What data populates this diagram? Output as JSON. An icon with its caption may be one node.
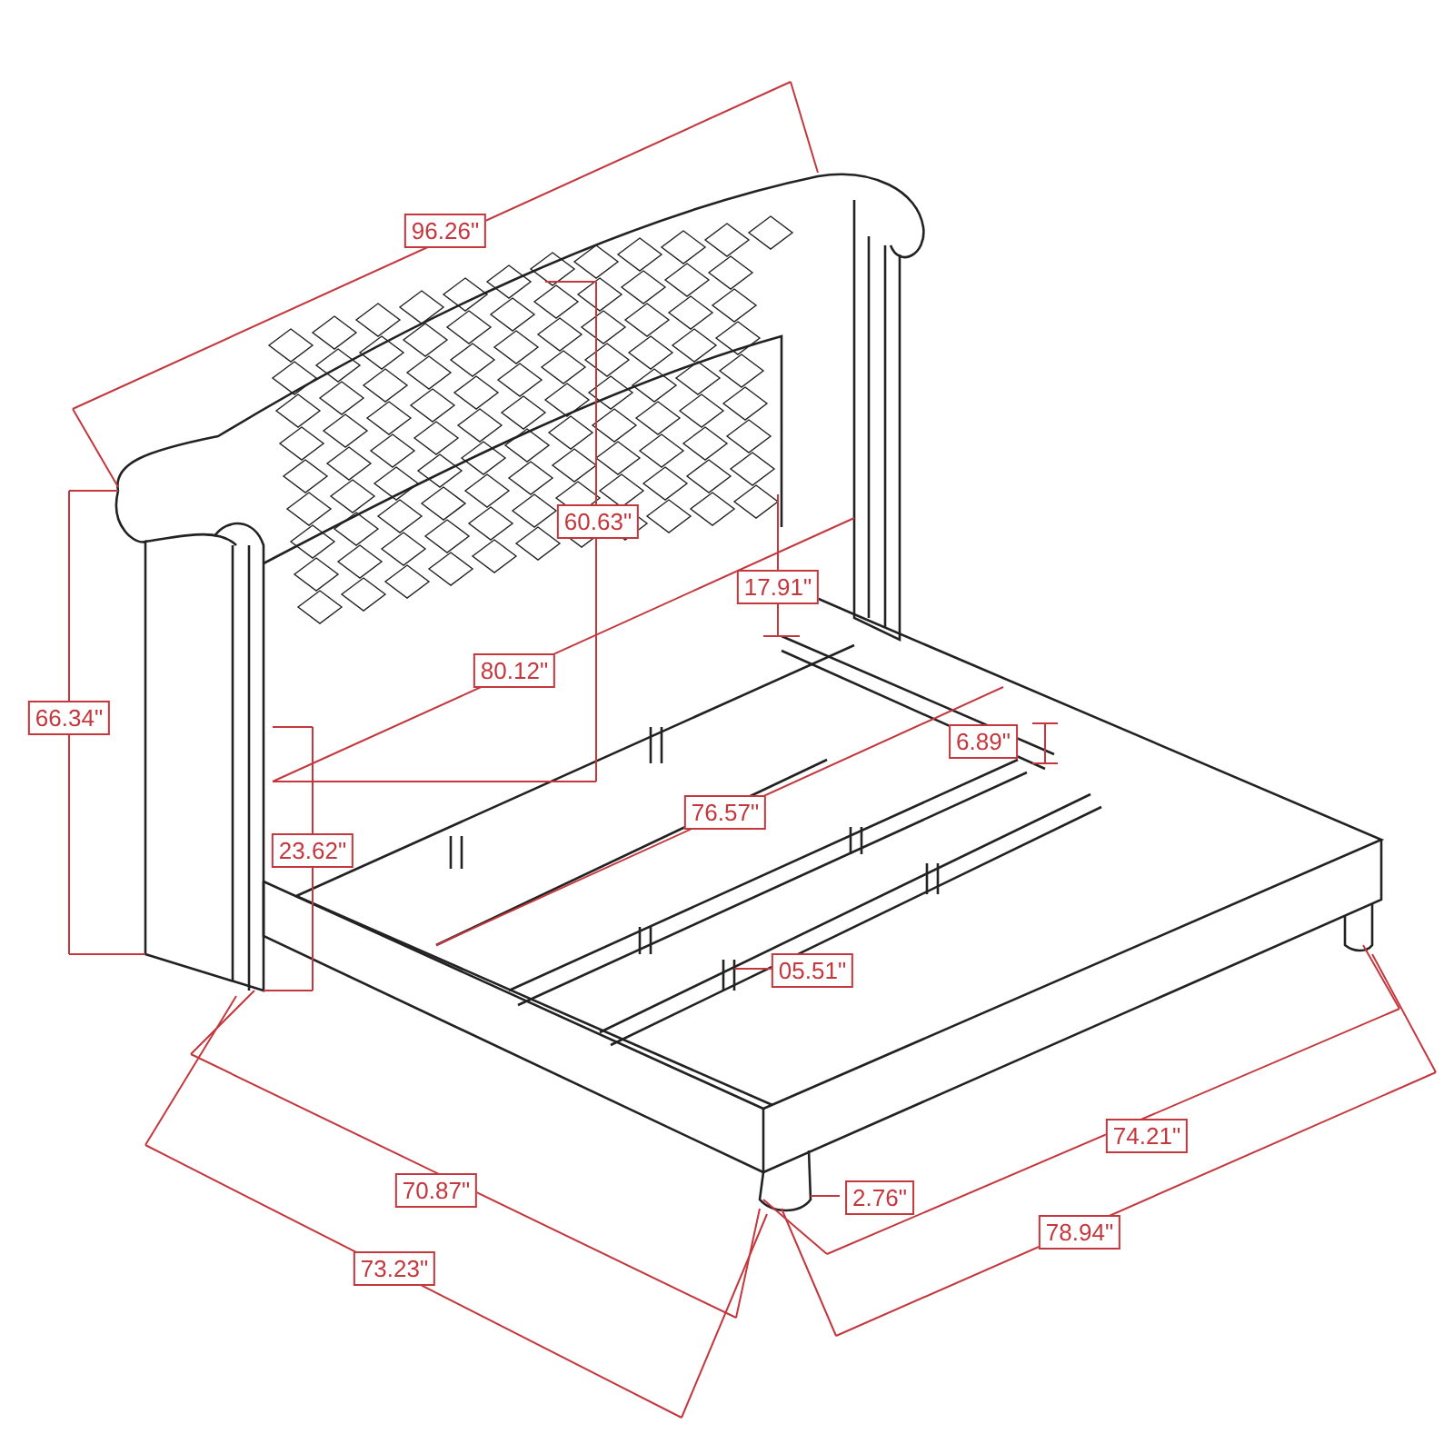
{
  "diagram": {
    "labels": [
      "96.26\"",
      "60.63\"",
      "17.91\"",
      "66.34\"",
      "80.12\"",
      "6.89\"",
      "76.57\"",
      "23.62\"",
      "05.51\"",
      "74.21\"",
      "70.87\"",
      "2.76\"",
      "78.94\"",
      "73.23\""
    ]
  }
}
